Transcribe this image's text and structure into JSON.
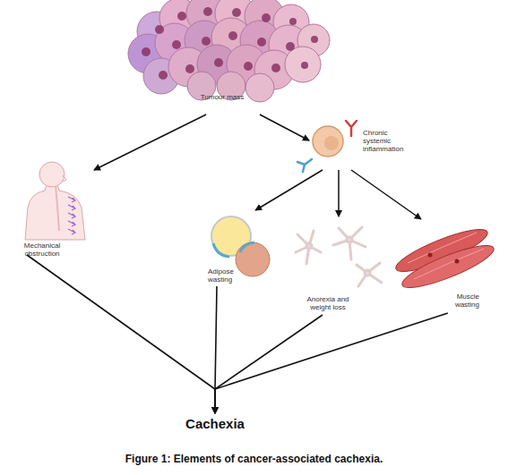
{
  "diagram": {
    "caption": "Figure 1: Elements of cancer-associated cachexia.",
    "nodes": [
      {
        "text": [
          "Tumour mass"
        ]
      },
      {
        "text": [
          "Mechanical obstruction"
        ]
      },
      {
        "text": [
          "Chronic systemic inflammation"
        ]
      },
      {
        "text": [
          "Adipose wasting"
        ]
      },
      {
        "text": [
          "Anorexia and weight loss"
        ]
      },
      {
        "text": [
          "Muscle wasting"
        ]
      },
      {
        "text": [
          "Cachexia"
        ]
      }
    ],
    "edges": [
      {
        "from": 0,
        "to": 1,
        "arrow": "to"
      },
      {
        "from": 0,
        "to": 2,
        "arrow": "to"
      },
      {
        "from": 2,
        "to": 3,
        "arrow": "to"
      },
      {
        "from": 2,
        "to": 4,
        "arrow": "to"
      },
      {
        "from": 2,
        "to": 5,
        "arrow": "to"
      },
      {
        "from": 1,
        "to": 6,
        "arrow": "to"
      },
      {
        "from": 3,
        "to": 6,
        "arrow": "to"
      },
      {
        "from": 4,
        "to": 6,
        "arrow": "to"
      },
      {
        "from": 5,
        "to": 6,
        "arrow": "to"
      }
    ]
  }
}
